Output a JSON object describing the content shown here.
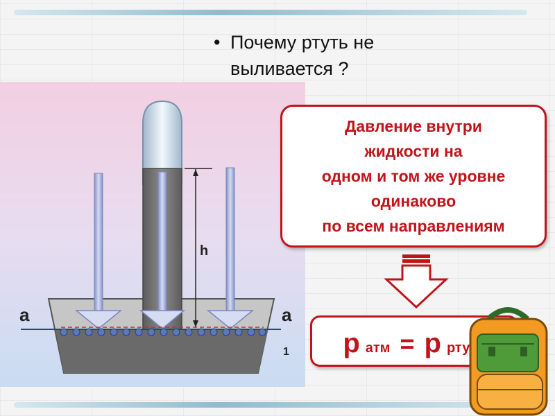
{
  "question": {
    "bullet": "•",
    "text": "Почему  ртуть  не выливается ?"
  },
  "diagram": {
    "label_h": "h",
    "label_a_left": "а",
    "label_a_right": "а",
    "label_sub_right": "1"
  },
  "statement": {
    "text": "Давление внутри\nжидкости на\nодном и том же уровне\nодинаково\nпо всем направлениям"
  },
  "formula": {
    "p_left": "p",
    "sub_left": "атм",
    "equals": "=",
    "p_right": "p",
    "sub_right": "ртути"
  },
  "colors": {
    "accent_red": "#c0141a",
    "mercury_gray": "#6e6e6e",
    "tube_glass": "#dbe8f5",
    "arrow_blue": "#9aa6d6"
  }
}
